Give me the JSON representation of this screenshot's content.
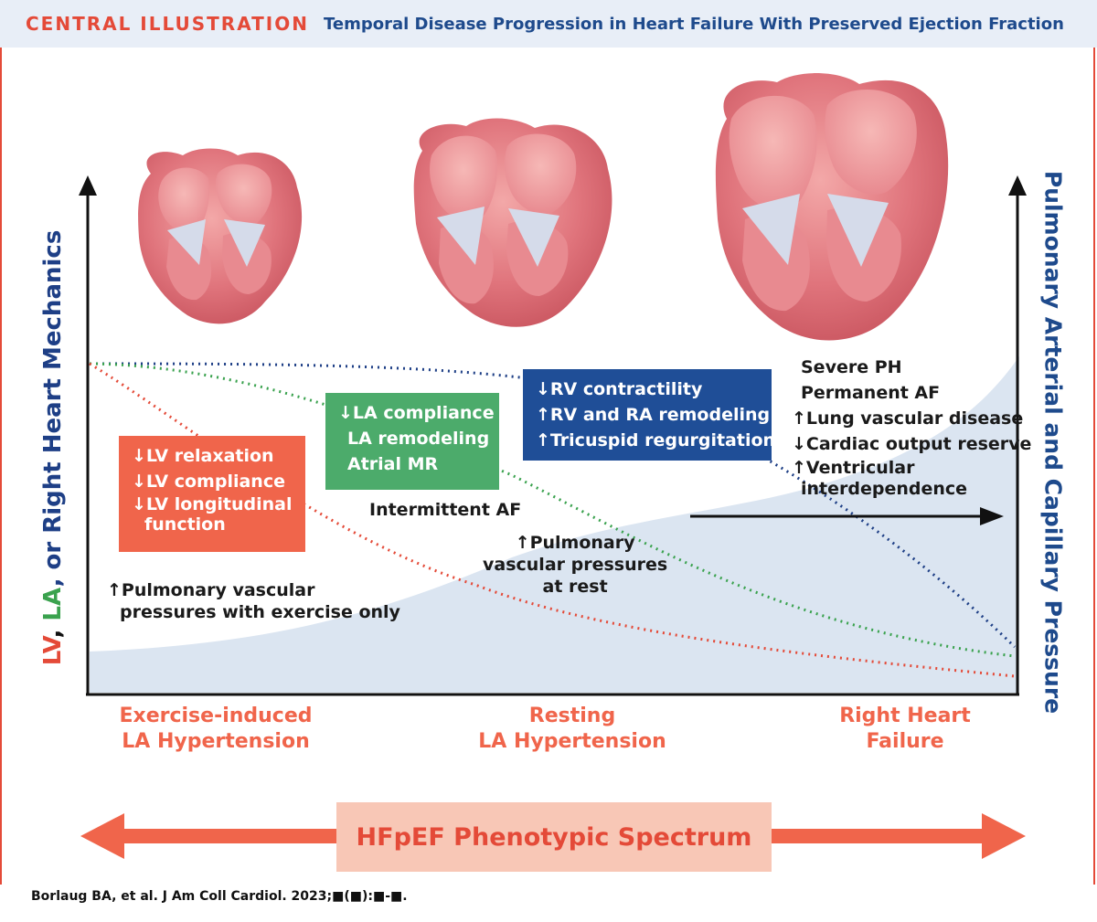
{
  "header": {
    "label": "CENTRAL ILLUSTRATION",
    "title": "Temporal Disease Progression in Heart Failure With Preserved Ejection Fraction"
  },
  "axes": {
    "y_left_parts": [
      "LV",
      ", ",
      "LA",
      ", or Right Heart Mechanics"
    ],
    "y_right": "Pulmonary Arterial and Capillary Pressure"
  },
  "colors": {
    "lv": "#e44a38",
    "la": "#3aa24e",
    "rv": "#1e3f86",
    "pressure_fill": "#dbe5f1",
    "heart": "#e2727a"
  },
  "stages": [
    {
      "line1": "Exercise-induced",
      "line2": "LA Hypertension"
    },
    {
      "line1": "Resting",
      "line2": "LA Hypertension"
    },
    {
      "line1": "Right Heart",
      "line2": "Failure"
    }
  ],
  "boxes": {
    "lv": [
      "↓LV relaxation",
      "↓LV compliance",
      "↓LV longitudinal",
      "function"
    ],
    "la": [
      "↓LA compliance",
      "LA remodeling",
      "Atrial MR"
    ],
    "rv": [
      "↓RV contractility",
      "↑RV and RA remodeling",
      "↑Tricuspid regurgitation"
    ]
  },
  "notes": {
    "exercise_pressure": [
      "↑Pulmonary vascular",
      "pressures with exercise only"
    ],
    "intermittent_af": "Intermittent AF",
    "rest_pressure": [
      "↑Pulmonary",
      "vascular pressures",
      "at rest"
    ],
    "advanced": [
      "Severe PH",
      "Permanent AF",
      "↑Lung vascular disease",
      "↓Cardiac output reserve",
      "↑Ventricular",
      "interdependence"
    ]
  },
  "spectrum_label": "HFpEF Phenotypic Spectrum",
  "citation": "Borlaug BA, et al. J Am Coll Cardiol. 2023;■(■):■-■."
}
